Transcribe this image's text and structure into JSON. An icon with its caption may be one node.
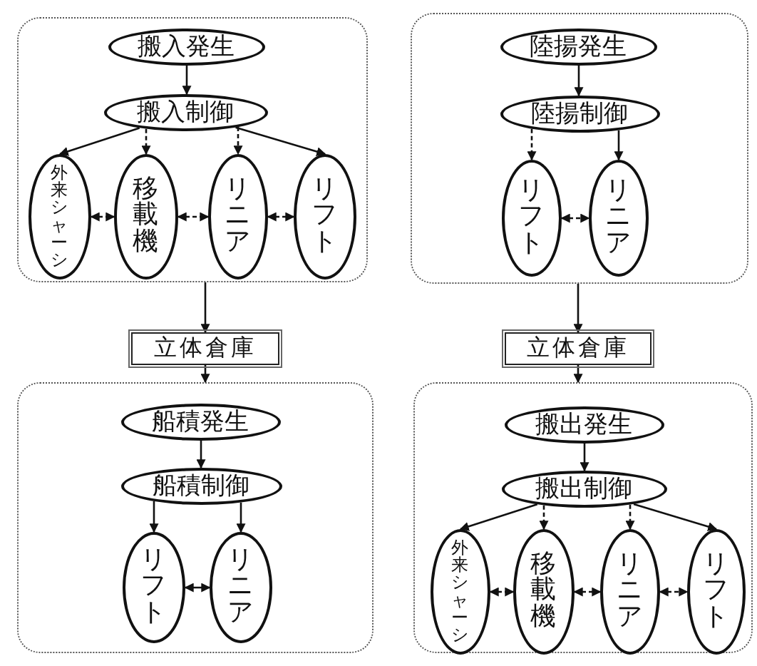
{
  "diagram": {
    "nodes": [
      {
        "text": [],
        "shape": "box"
      },
      {
        "text": [
          "搬入発生"
        ],
        "in": 0
      },
      {
        "text": [
          "搬入制御"
        ],
        "in": 0
      },
      {
        "text": [
          "外来シャーシ"
        ],
        "in": 0
      },
      {
        "text": [
          "移載機"
        ],
        "in": 0
      },
      {
        "text": [
          "リニア"
        ],
        "in": 0
      },
      {
        "text": [
          "リフト"
        ],
        "in": 0
      },
      {
        "text": [],
        "shape": "box"
      },
      {
        "text": [
          "陸揚発生"
        ],
        "in": 7
      },
      {
        "text": [
          "陸揚制御"
        ],
        "in": 7
      },
      {
        "text": [
          "リフト"
        ],
        "in": 7
      },
      {
        "text": [
          "リニア"
        ],
        "in": 7
      },
      {
        "text": [
          "立体倉庫"
        ]
      },
      {
        "text": [
          "立体倉庫"
        ]
      },
      {
        "text": [],
        "shape": "box"
      },
      {
        "text": [
          "船積発生"
        ],
        "in": 14
      },
      {
        "text": [
          "船積制御"
        ],
        "in": 14
      },
      {
        "text": [
          "リフト"
        ],
        "in": 14
      },
      {
        "text": [
          "リニア"
        ],
        "in": 14
      },
      {
        "text": [],
        "shape": "box"
      },
      {
        "text": [
          "搬出発生"
        ],
        "in": 19
      },
      {
        "text": [
          "搬出制御"
        ],
        "in": 19
      },
      {
        "text": [
          "外来シャーシ"
        ],
        "in": 19
      },
      {
        "text": [
          "移載機"
        ],
        "in": 19
      },
      {
        "text": [
          "リニア"
        ],
        "in": 19
      },
      {
        "text": [
          "リフト"
        ],
        "in": 19
      }
    ],
    "edges": [
      {
        "from": 1,
        "to": 2,
        "arrow": "to"
      },
      {
        "from": 2,
        "to": 3,
        "arrow": "to"
      },
      {
        "from": 2,
        "to": 4,
        "arrow": "to",
        "style": "dashed"
      },
      {
        "from": 2,
        "to": 5,
        "arrow": "to",
        "style": "dashed"
      },
      {
        "from": 2,
        "to": 6,
        "arrow": "to"
      },
      {
        "from": 3,
        "to": 4,
        "arrow": "both",
        "style": "dashed"
      },
      {
        "from": 4,
        "to": 5,
        "arrow": "both",
        "style": "dashed"
      },
      {
        "from": 5,
        "to": 6,
        "arrow": "both",
        "style": "dashed"
      },
      {
        "from": 8,
        "to": 9,
        "arrow": "to"
      },
      {
        "from": 9,
        "to": 10,
        "arrow": "to",
        "style": "dashed"
      },
      {
        "from": 9,
        "to": 11,
        "arrow": "to"
      },
      {
        "from": 10,
        "to": 11,
        "arrow": "both",
        "style": "dashed"
      },
      {
        "from": 0,
        "to": 12,
        "arrow": "to"
      },
      {
        "from": 12,
        "to": 14,
        "arrow": "to"
      },
      {
        "from": 7,
        "to": 13,
        "arrow": "to"
      },
      {
        "from": 13,
        "to": 19,
        "arrow": "to"
      },
      {
        "from": 15,
        "to": 16,
        "arrow": "to"
      },
      {
        "from": 16,
        "to": 17,
        "arrow": "to"
      },
      {
        "from": 16,
        "to": 18,
        "arrow": "to"
      },
      {
        "from": 17,
        "to": 18,
        "arrow": "both"
      },
      {
        "from": 20,
        "to": 21,
        "arrow": "to"
      },
      {
        "from": 21,
        "to": 22,
        "arrow": "to"
      },
      {
        "from": 21,
        "to": 23,
        "arrow": "to",
        "style": "dashed"
      },
      {
        "from": 21,
        "to": 24,
        "arrow": "to",
        "style": "dashed"
      },
      {
        "from": 21,
        "to": 25,
        "arrow": "to"
      },
      {
        "from": 22,
        "to": 23,
        "arrow": "both",
        "style": "dashed"
      },
      {
        "from": 23,
        "to": 24,
        "arrow": "both",
        "style": "dashed"
      },
      {
        "from": 24,
        "to": 25,
        "arrow": "both",
        "style": "dashed"
      }
    ]
  }
}
